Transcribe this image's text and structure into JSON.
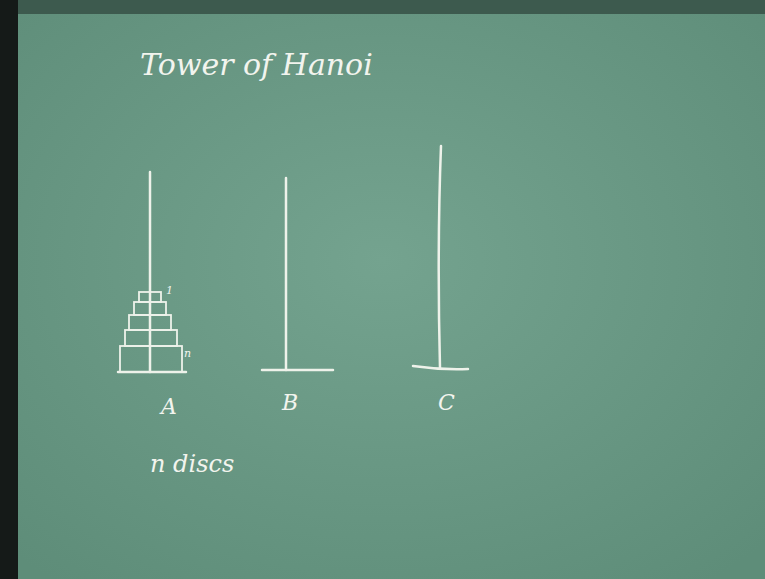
{
  "diagram": {
    "title": "Tower of Hanoi",
    "labels": [
      "1",
      "n",
      "A",
      "B",
      "C",
      "n discs"
    ]
  }
}
